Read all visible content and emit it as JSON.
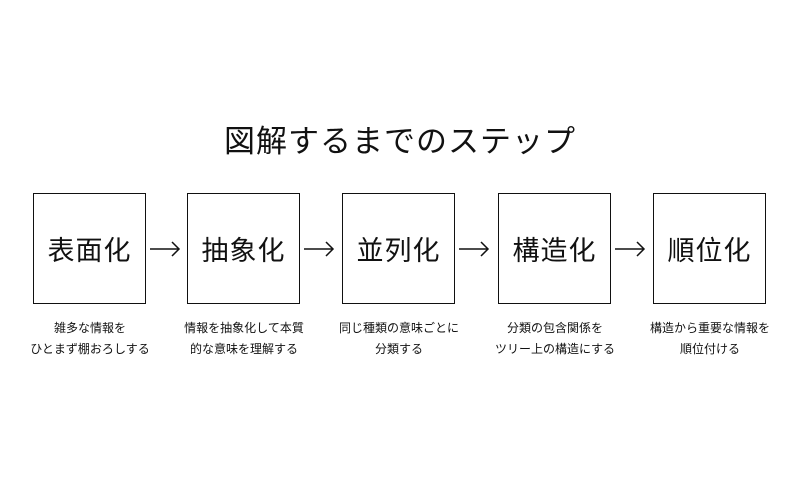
{
  "title": "図解するまでのステップ",
  "steps": [
    {
      "label": "表面化",
      "desc": [
        "雑多な情報を",
        "ひとまず棚おろしする"
      ]
    },
    {
      "label": "抽象化",
      "desc": [
        "情報を抽象化して本質",
        "的な意味を理解する"
      ]
    },
    {
      "label": "並列化",
      "desc": [
        "同じ種類の意味ごとに",
        "分類する"
      ]
    },
    {
      "label": "構造化",
      "desc": [
        "分類の包含関係を",
        "ツリー上の構造にする"
      ]
    },
    {
      "label": "順位化",
      "desc": [
        "構造から重要な情報を",
        "順位付ける"
      ]
    }
  ],
  "arrow_icon": "right-arrow-icon",
  "colors": {
    "line": "#111111",
    "text": "#111111",
    "background": "#ffffff"
  }
}
